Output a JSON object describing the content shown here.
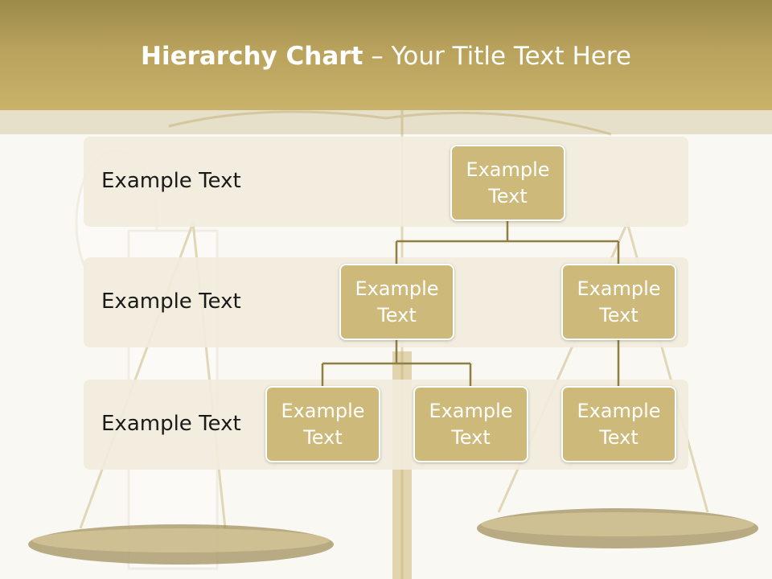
{
  "title": {
    "bold": "Hierarchy Chart",
    "rest": " – Your Title Text Here"
  },
  "rows": [
    {
      "label": "Example Text"
    },
    {
      "label": "Example Text"
    },
    {
      "label": "Example Text"
    }
  ],
  "nodes": {
    "root": "Example Text",
    "level2_left": "Example Text",
    "level2_right": "Example Text",
    "level3_a": "Example Text",
    "level3_b": "Example Text",
    "level3_c": "Example Text"
  },
  "colors": {
    "header": "#b8a25c",
    "node": "#cdb97a",
    "connector": "#8f7f45",
    "row": "#f1ecdc"
  }
}
